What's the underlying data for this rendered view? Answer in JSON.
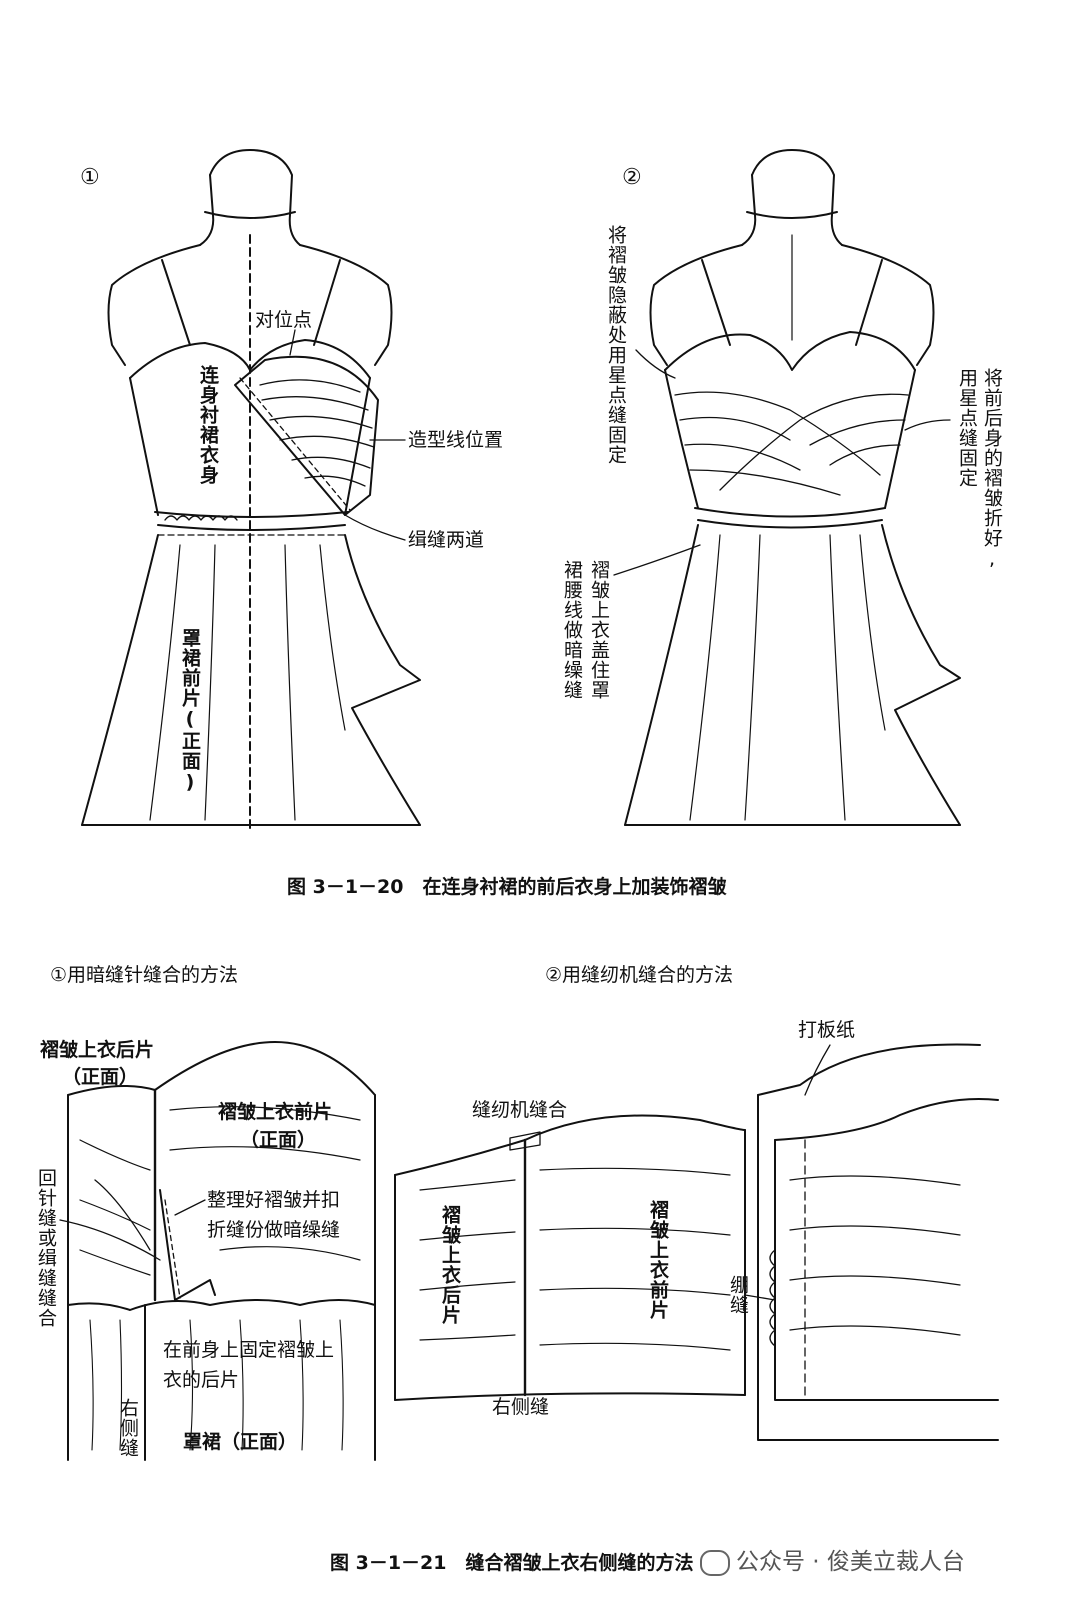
{
  "figure_20": {
    "panel1": {
      "number": "①",
      "labels": {
        "duiweidian": "对位点",
        "lianshen": "连身衬裙衣身",
        "zaoxingxian": "造型线位置",
        "jifeng": "缉缝两道",
        "zhaoqun": "罩裙前片(正面)"
      }
    },
    "panel2": {
      "number": "②",
      "labels": {
        "yincang": "将褶皱隐蔽处用星点缝固定",
        "qianhou_a": "将前后身的褶皱折好,",
        "qianhou_b": "用星点缝固定",
        "gaizhu_a": "褶皱上衣盖住罩",
        "gaizhu_b": "裙腰线做暗缲缝"
      }
    },
    "caption": "图 3－1－20　在连身衬裙的前后衣身上加装饰褶皱"
  },
  "figure_21": {
    "section1": {
      "title": "①用暗缝针缝合的方法",
      "labels": {
        "houpian": "褶皱上衣后片",
        "houpian_zm": "（正面）",
        "qianpian": "褶皱上衣前片",
        "qianpian_zm": "（正面）",
        "zhengli_1": "整理好褶皱并扣",
        "zhengli_2": "折缝份做暗缲缝",
        "huizhen": "回针缝或缉缝缝合",
        "guding_1": "在前身上固定褶皱上",
        "guding_2": "衣的后片",
        "youce": "右侧缝",
        "zhaoqun": "罩裙（正面）"
      }
    },
    "section2": {
      "title": "②用缝纫机缝合的方法",
      "labels": {
        "fengrenji": "缝纫机缝合",
        "houpian": "褶皱上衣后片",
        "qianpian": "褶皱上衣前片",
        "youce": "右侧缝",
        "dabanzhi": "打板纸",
        "bengfeng": "绷缝"
      }
    },
    "caption": "图 3－1－21　缝合褶皱上衣右侧缝的方法"
  },
  "watermark": "公众号 · 俊美立裁人台"
}
